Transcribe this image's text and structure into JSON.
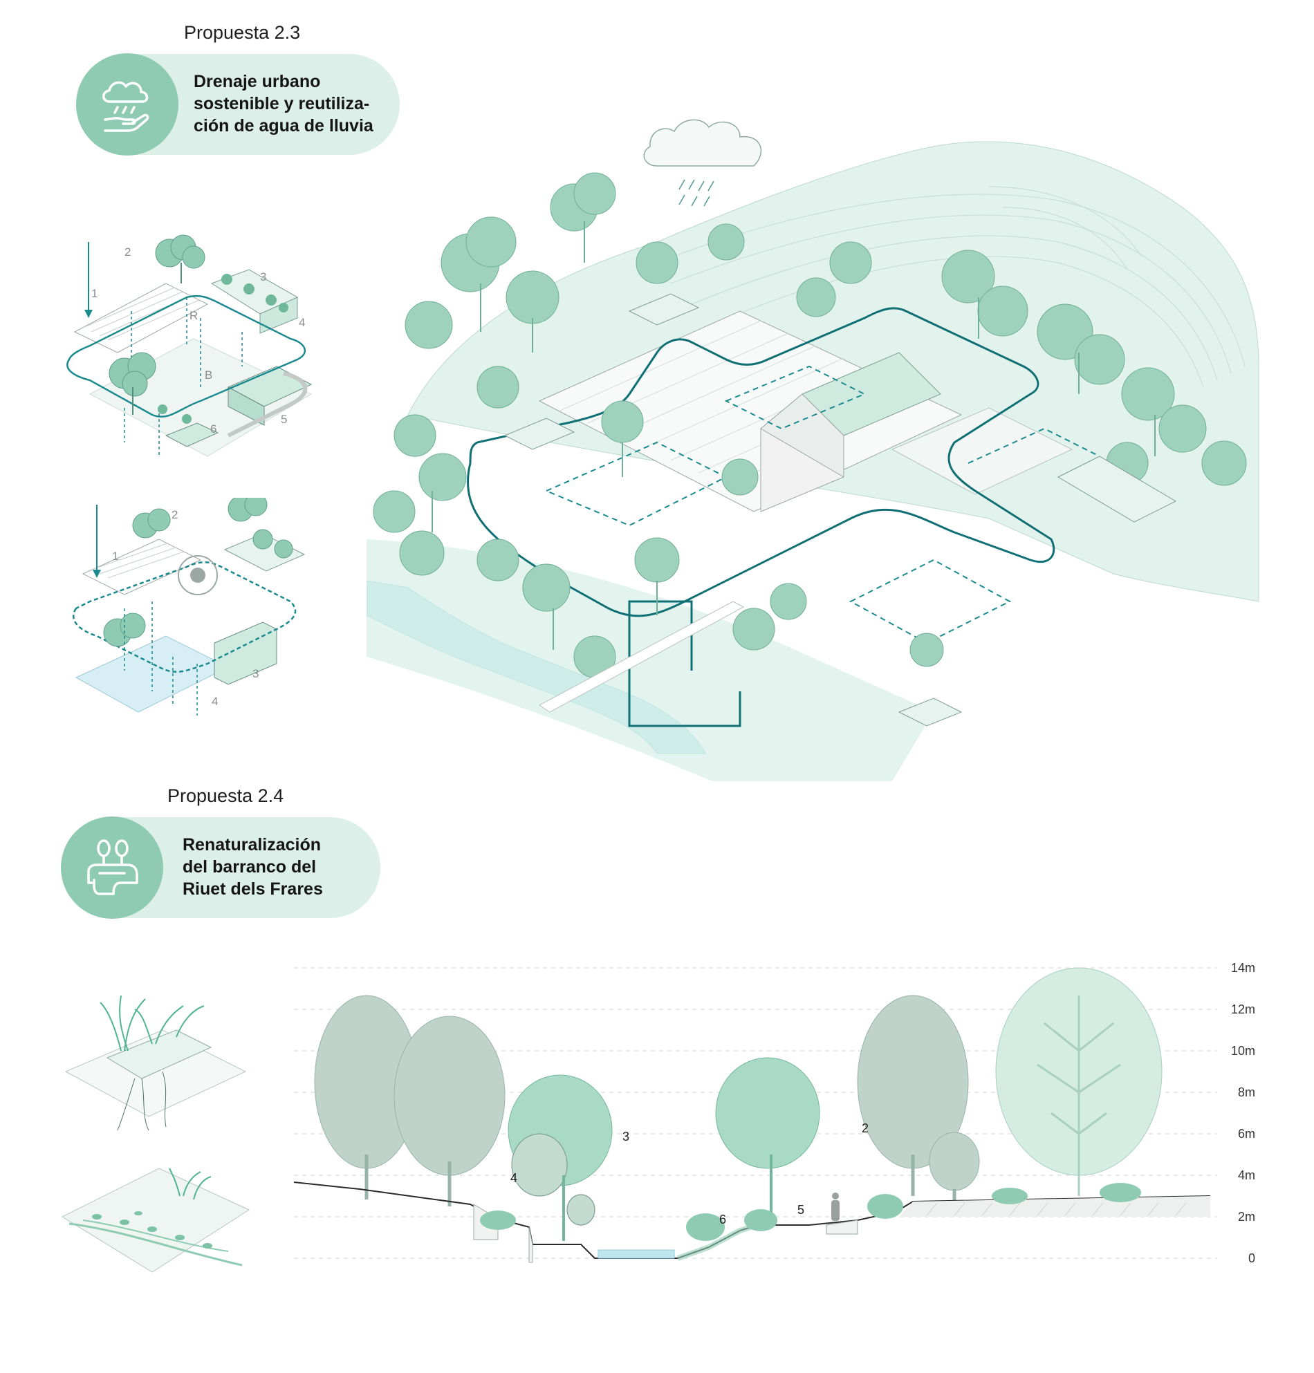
{
  "proposal_a": {
    "heading": "Propuesta 2.3",
    "title_lines": [
      "Drenaje urbano",
      "sostenible y reutiliza-",
      "ción de agua de lluvia"
    ],
    "icon": "rain-hand-icon"
  },
  "proposal_b": {
    "heading": "Propuesta 2.4",
    "title_lines": [
      "Renaturalización",
      "del barranco del",
      "Riuet dels Frares"
    ],
    "icon": "trees-ravine-icon"
  },
  "diagram_top": {
    "labels": [
      "1",
      "2",
      "3",
      "4",
      "R",
      "B",
      "5",
      "6"
    ]
  },
  "diagram_bottom": {
    "labels": [
      "1",
      "2",
      "3",
      "4"
    ]
  },
  "section": {
    "scale": [
      "14m",
      "12m",
      "10m",
      "8m",
      "6m",
      "4m",
      "2m",
      "0"
    ],
    "callouts": [
      "2",
      "3",
      "4",
      "5",
      "6"
    ]
  },
  "colors": {
    "accent": "#0f6f73",
    "mint": "#8fcbb3",
    "pale": "#dcefe8",
    "tree": "#9fd2bd",
    "tree_gray": "#b9cfc6",
    "water": "#bfe6ef"
  }
}
